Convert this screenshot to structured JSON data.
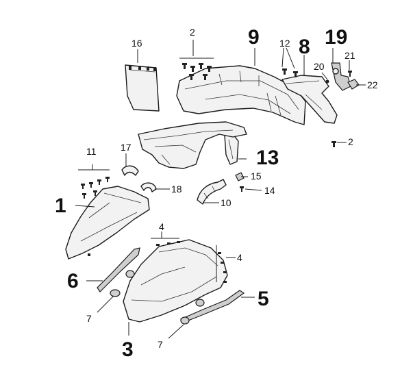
{
  "callouts": {
    "c1": "1",
    "c2a": "2",
    "c2b": "2",
    "c3": "3",
    "c4a": "4",
    "c4b": "4",
    "c5": "5",
    "c6": "6",
    "c7a": "7",
    "c7b": "7",
    "c8": "8",
    "c9": "9",
    "c10": "10",
    "c11": "11",
    "c12": "12",
    "c13": "13",
    "c14": "14",
    "c15": "15",
    "c16": "16",
    "c17": "17",
    "c18": "18",
    "c19": "19",
    "c20": "20",
    "c21": "21",
    "c22": "22"
  }
}
